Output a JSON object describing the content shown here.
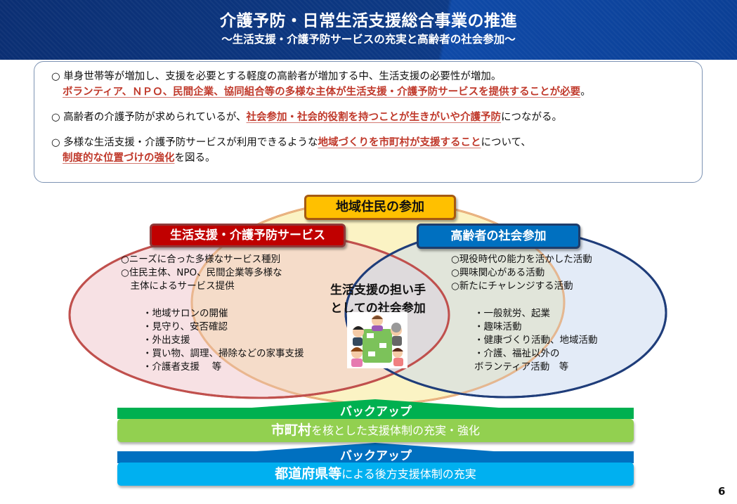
{
  "header": {
    "title": "介護予防・日常生活支援総合事業の推進",
    "subtitle": "～生活支援・介護予防サービスの充実と高齢者の社会参加～"
  },
  "summary": {
    "bullet_marker": "○",
    "points": [
      {
        "line1_plain": "単身世帯等が増加し、支援を必要とする軽度の高齢者が増加する中、生活支援の必要性が増加。",
        "line2_highlight": "ボランティア、ＮＰＯ、民間企業、協同組合等の多様な主体が生活支援・介護予防サービスを提供することが必要",
        "line2_tail": "。"
      },
      {
        "prefix": "高齢者の介護予防が求められているが、",
        "highlight": "社会参加・社会的役割を持つことが生きがいや介護予防",
        "suffix": "につながる。"
      },
      {
        "prefix": "多様な生活支援・介護予防サービスが利用できるような",
        "highlight": "地域づくりを市町村が支援すること",
        "suffix": "について、",
        "line2_highlight": "制度的な位置づけの強化",
        "line2_suffix": "を図る。"
      }
    ]
  },
  "venn": {
    "community_tag": "地域住民の参加",
    "service_tag": "生活支援・介護予防サービス",
    "senior_tag": "高齢者の社会参加",
    "service_points": [
      "○ニーズに合った多様なサービス種別",
      "○住民主体、NPO、民間企業等多様な",
      "　主体によるサービス提供"
    ],
    "service_examples": [
      "・地域サロンの開催",
      "・見守り、安否確認",
      "・外出支援",
      "・買い物、調理、掃除などの家事支援",
      "・介護者支援　 等"
    ],
    "senior_points": [
      "○現役時代の能力を活かした活動",
      "○興味関心がある活動",
      "○新たにチャレンジする活動"
    ],
    "senior_examples": [
      "・一般就労、起業",
      "・趣味活動",
      "・健康づくり活動、地域活動",
      "・介護、福祉以外の",
      "ボランティア活動　等"
    ],
    "center_line1": "生活支援の担い手",
    "center_line2": "としての社会参加",
    "colors": {
      "service": "#c00000",
      "senior": "#0070c0",
      "community": "#ffc000"
    }
  },
  "backup": {
    "label1": "バックアップ",
    "bar1_bold": "市町村",
    "bar1_rest": "を核とした支援体制の充実・強化",
    "label2": "バックアップ",
    "bar2_bold": "都道府県等",
    "bar2_rest": "による後方支援体制の充実",
    "colors": {
      "arrow1": "#00b050",
      "bar1": "#92d050",
      "arrow2": "#0070c0",
      "bar2": "#00b0f0"
    }
  },
  "page_number": "6"
}
